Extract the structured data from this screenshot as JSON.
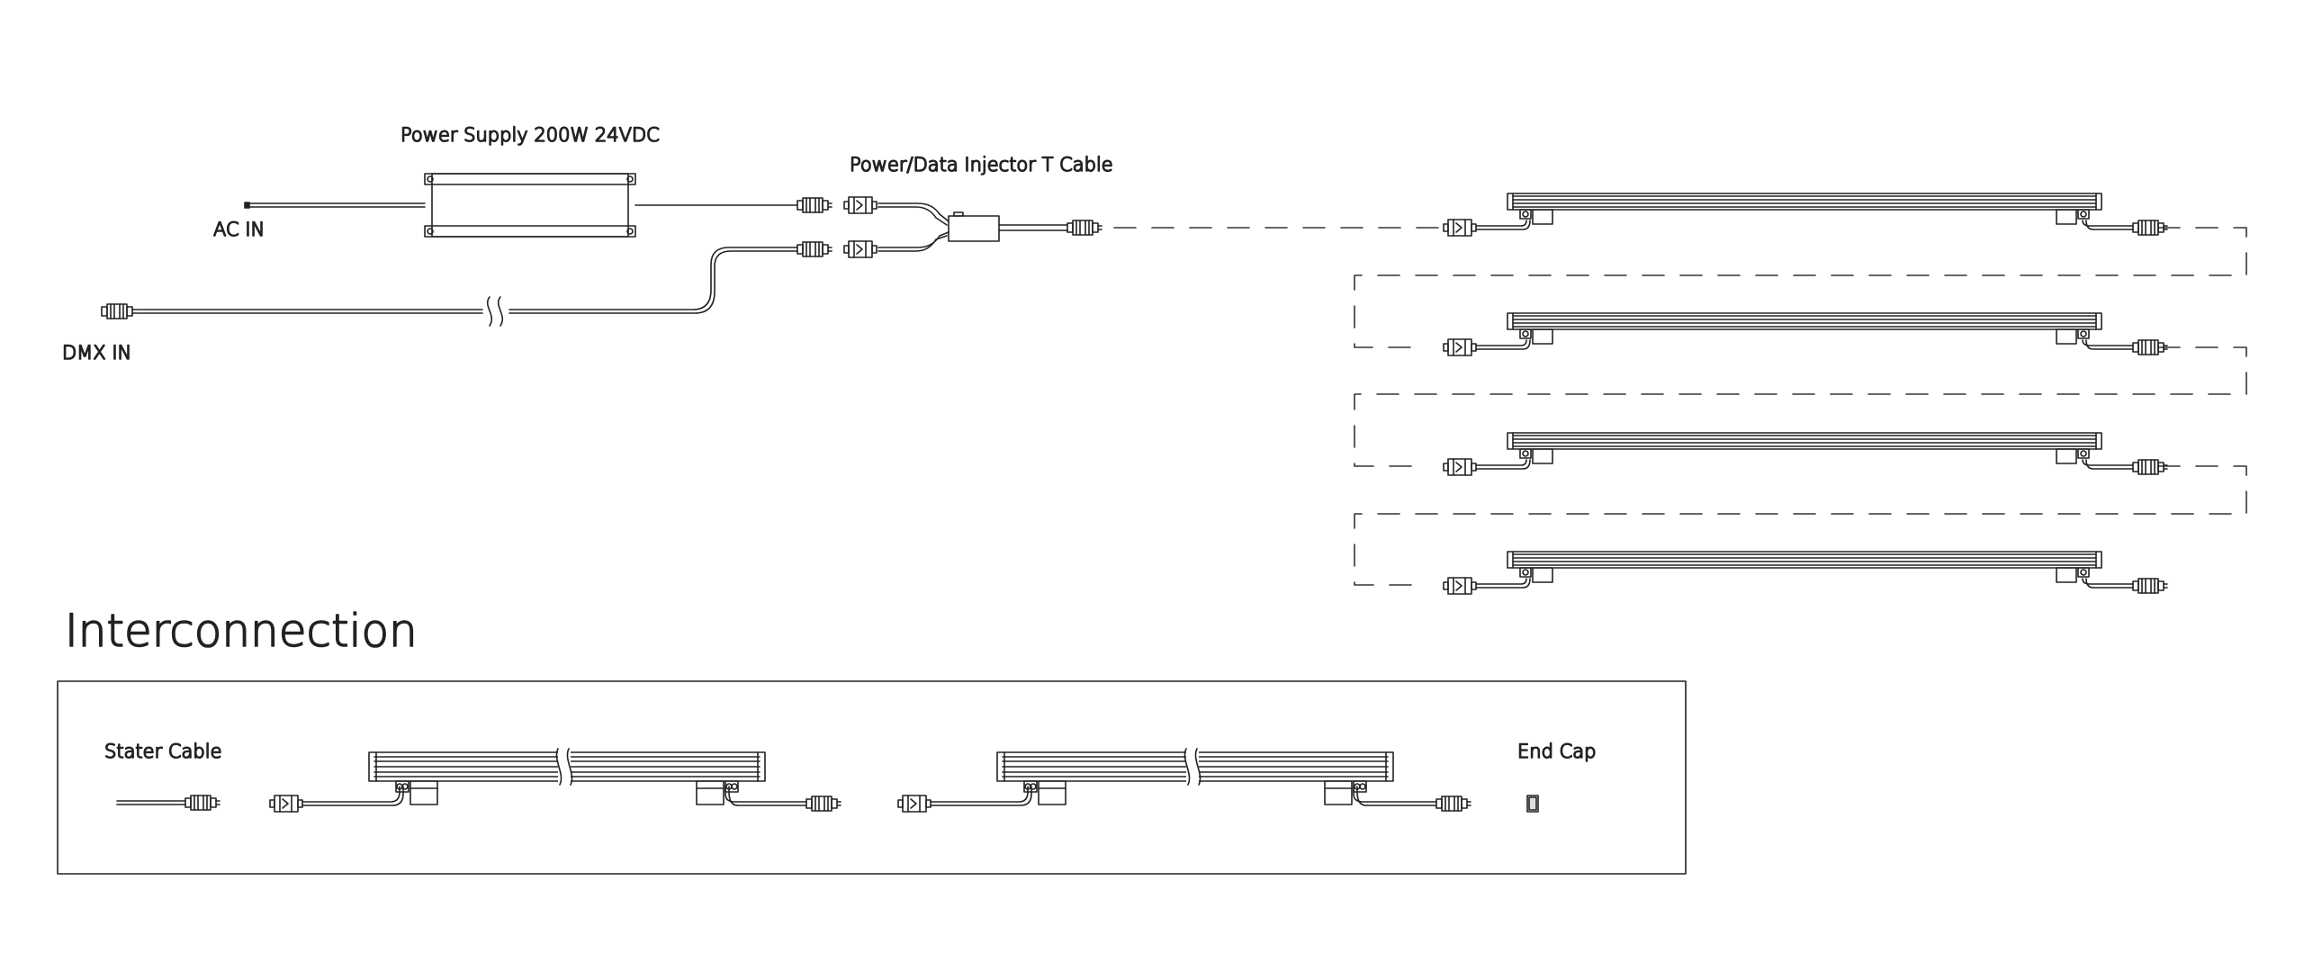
{
  "labels": {
    "power_supply": "Power Supply 200W 24VDC",
    "ac_in": "AC IN",
    "dmx_in": "DMX IN",
    "injector": "Power/Data Injector T Cable",
    "section_title": "Interconnection",
    "starter_cable": "Stater Cable",
    "end_cap": "End Cap"
  },
  "colors": {
    "line": "#222222",
    "dash": "#333333",
    "background": "#ffffff"
  }
}
